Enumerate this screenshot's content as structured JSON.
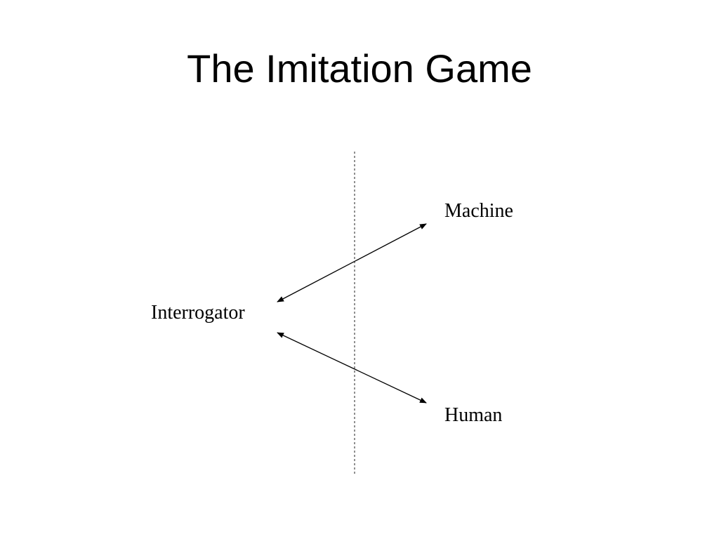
{
  "slide": {
    "title": "The Imitation Game"
  },
  "diagram": {
    "nodes": {
      "interrogator": "Interrogator",
      "machine": "Machine",
      "human": "Human"
    },
    "colors": {
      "text": "#000000",
      "line": "#000000",
      "divider": "#555555",
      "background": "#ffffff"
    }
  }
}
